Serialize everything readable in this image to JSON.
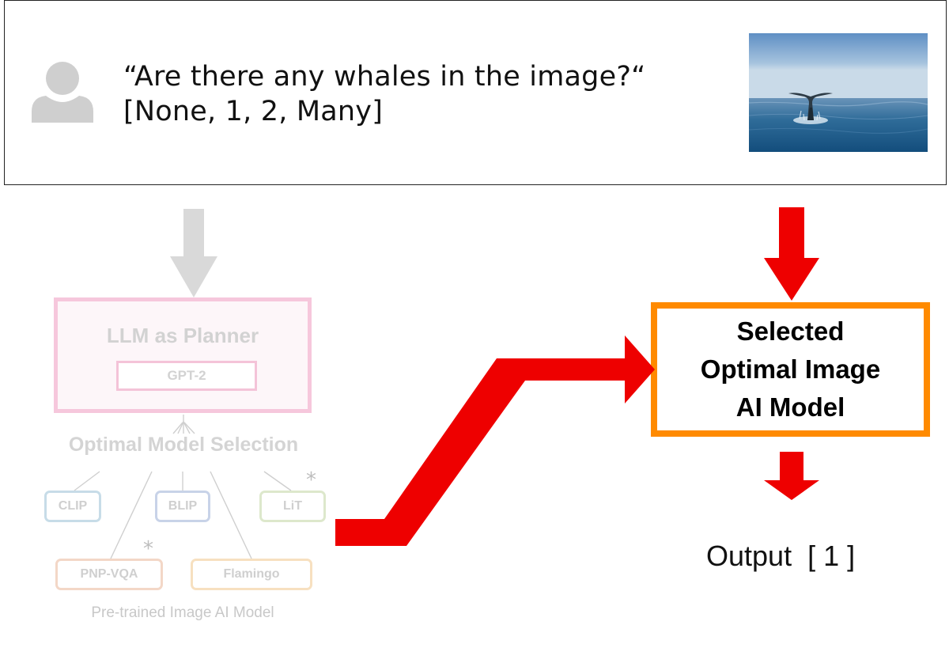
{
  "query": {
    "question": "“Are there any whales in the image?“",
    "options": "[None, 1, 2, Many]"
  },
  "planner": {
    "title": "LLM as Planner",
    "model": "GPT-2"
  },
  "selection": {
    "label": "Optimal Model Selection",
    "models": [
      "CLIP",
      "BLIP",
      "LiT",
      "PNP-VQA",
      "Flamingo"
    ],
    "star": "*",
    "pool_label": "Pre-trained Image AI Model"
  },
  "result": {
    "selected_lines": [
      "Selected",
      "Optimal Image",
      "AI Model"
    ],
    "output": "Output  [ 1 ]"
  },
  "colors": {
    "red_arrow": "#ee0000",
    "gray_arrow": "#d9d9d9",
    "orange_border": "#ff8a00",
    "planner_border": "#f6c7dc"
  },
  "icons": {
    "user": "user-avatar-icon",
    "image": "whale-tail-photo"
  }
}
